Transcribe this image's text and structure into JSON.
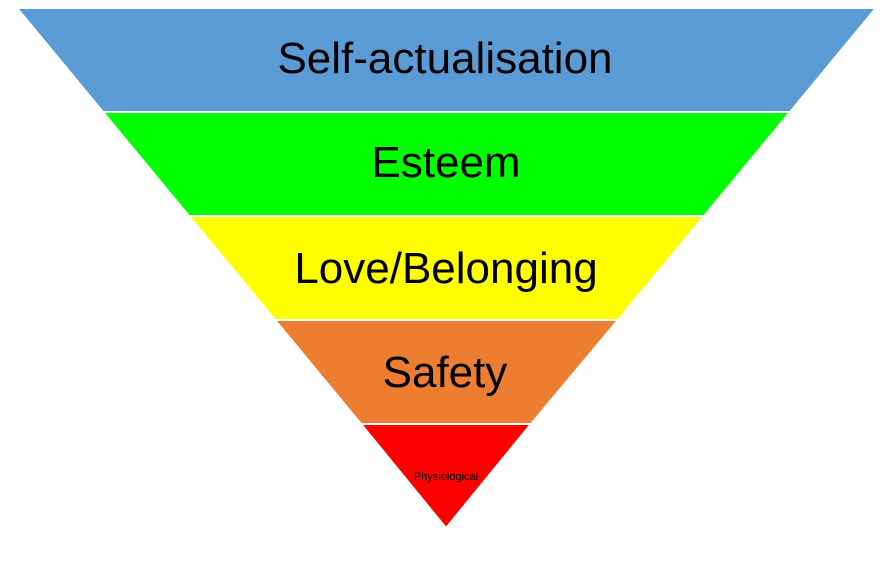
{
  "levels": [
    {
      "label": "Self-actualisation",
      "color": "#5b9bd5"
    },
    {
      "label": "Esteem",
      "color": "#00ff00"
    },
    {
      "label": "Love/Belonging",
      "color": "#ffff00"
    },
    {
      "label": "Safety",
      "color": "#ed7d31"
    },
    {
      "label": "Physiological",
      "color": "#ff0000"
    }
  ]
}
